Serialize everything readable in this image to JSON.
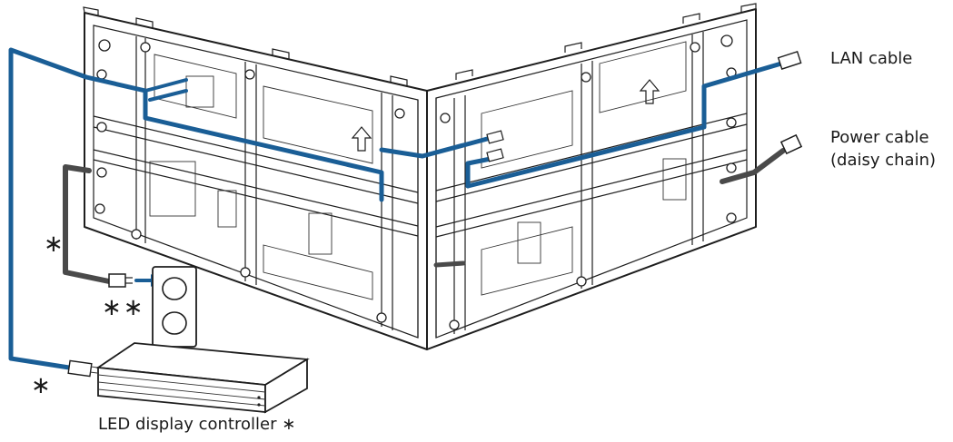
{
  "labels": {
    "lan_cable": "LAN cable",
    "power_cable_line1": "Power cable",
    "power_cable_line2": "(daisy chain)",
    "controller": "LED display controller ∗",
    "asterisk_single": "∗",
    "asterisk_double": "∗∗"
  },
  "colors": {
    "lan_cable": "#1a5e96",
    "power_cable": "#4a4a4a",
    "outline": "#1e1e1e",
    "background": "#ffffff"
  },
  "icons": {
    "connector": "rj45-connector-icon",
    "outlet": "wall-outlet-icon",
    "arrow": "up-arrow-icon"
  }
}
